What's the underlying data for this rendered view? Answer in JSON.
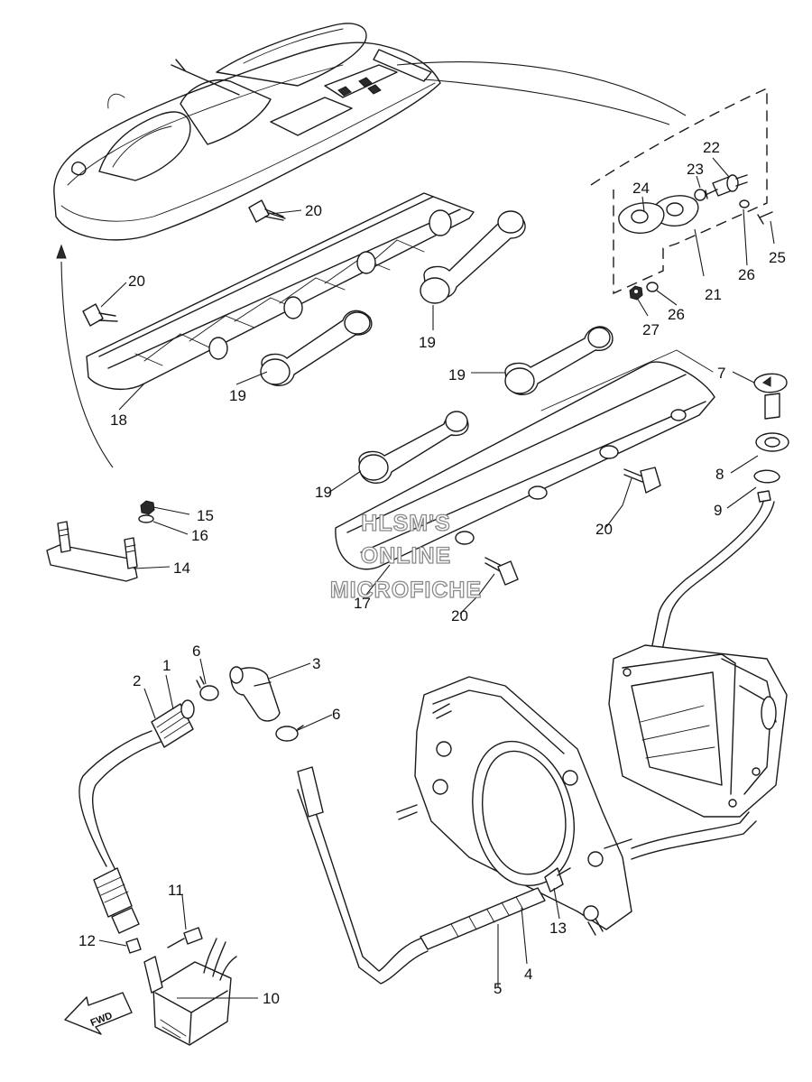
{
  "watermark": [
    "HLSM'S",
    "ONLINE",
    "MICROFICHE"
  ],
  "direction_label": "FWD",
  "callouts": [
    "1",
    "2",
    "3",
    "4",
    "5",
    "6",
    "6",
    "7",
    "8",
    "9",
    "10",
    "11",
    "12",
    "13",
    "14",
    "15",
    "16",
    "17",
    "18",
    "19",
    "19",
    "19",
    "19",
    "20",
    "20",
    "20",
    "20",
    "21",
    "22",
    "23",
    "24",
    "25",
    "26",
    "26",
    "27"
  ]
}
